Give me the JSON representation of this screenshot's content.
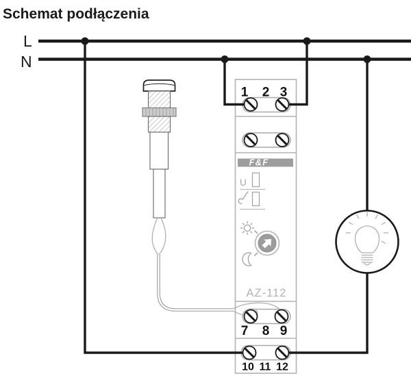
{
  "title": "Schemat podłączenia",
  "power": {
    "line_l_label": "L",
    "line_n_label": "N"
  },
  "device": {
    "brand": "F&F",
    "model": "AZ-112",
    "power_led_label": "U",
    "terminals_top": [
      "1",
      "2",
      "3"
    ],
    "terminals_middle": [
      "7",
      "8",
      "9"
    ],
    "terminals_bottom": [
      "10",
      "11",
      "12"
    ]
  },
  "icons": {
    "sun": "sun-icon",
    "moon": "moon-icon",
    "knob_arrow": "arrow-ne-icon",
    "relay_contact": "relay-contact-icon",
    "lamp": "light-bulb-icon",
    "screw_terminal": "slotted-screw-icon"
  },
  "colors": {
    "wire_black": "#1a1a1a",
    "module_outline": "#b2b2b2",
    "gray_label": "#a5a5a5",
    "logo_band": "#9d9d9d",
    "knob_fill": "#9c9c9c",
    "model_text": "#b3b3b3"
  }
}
